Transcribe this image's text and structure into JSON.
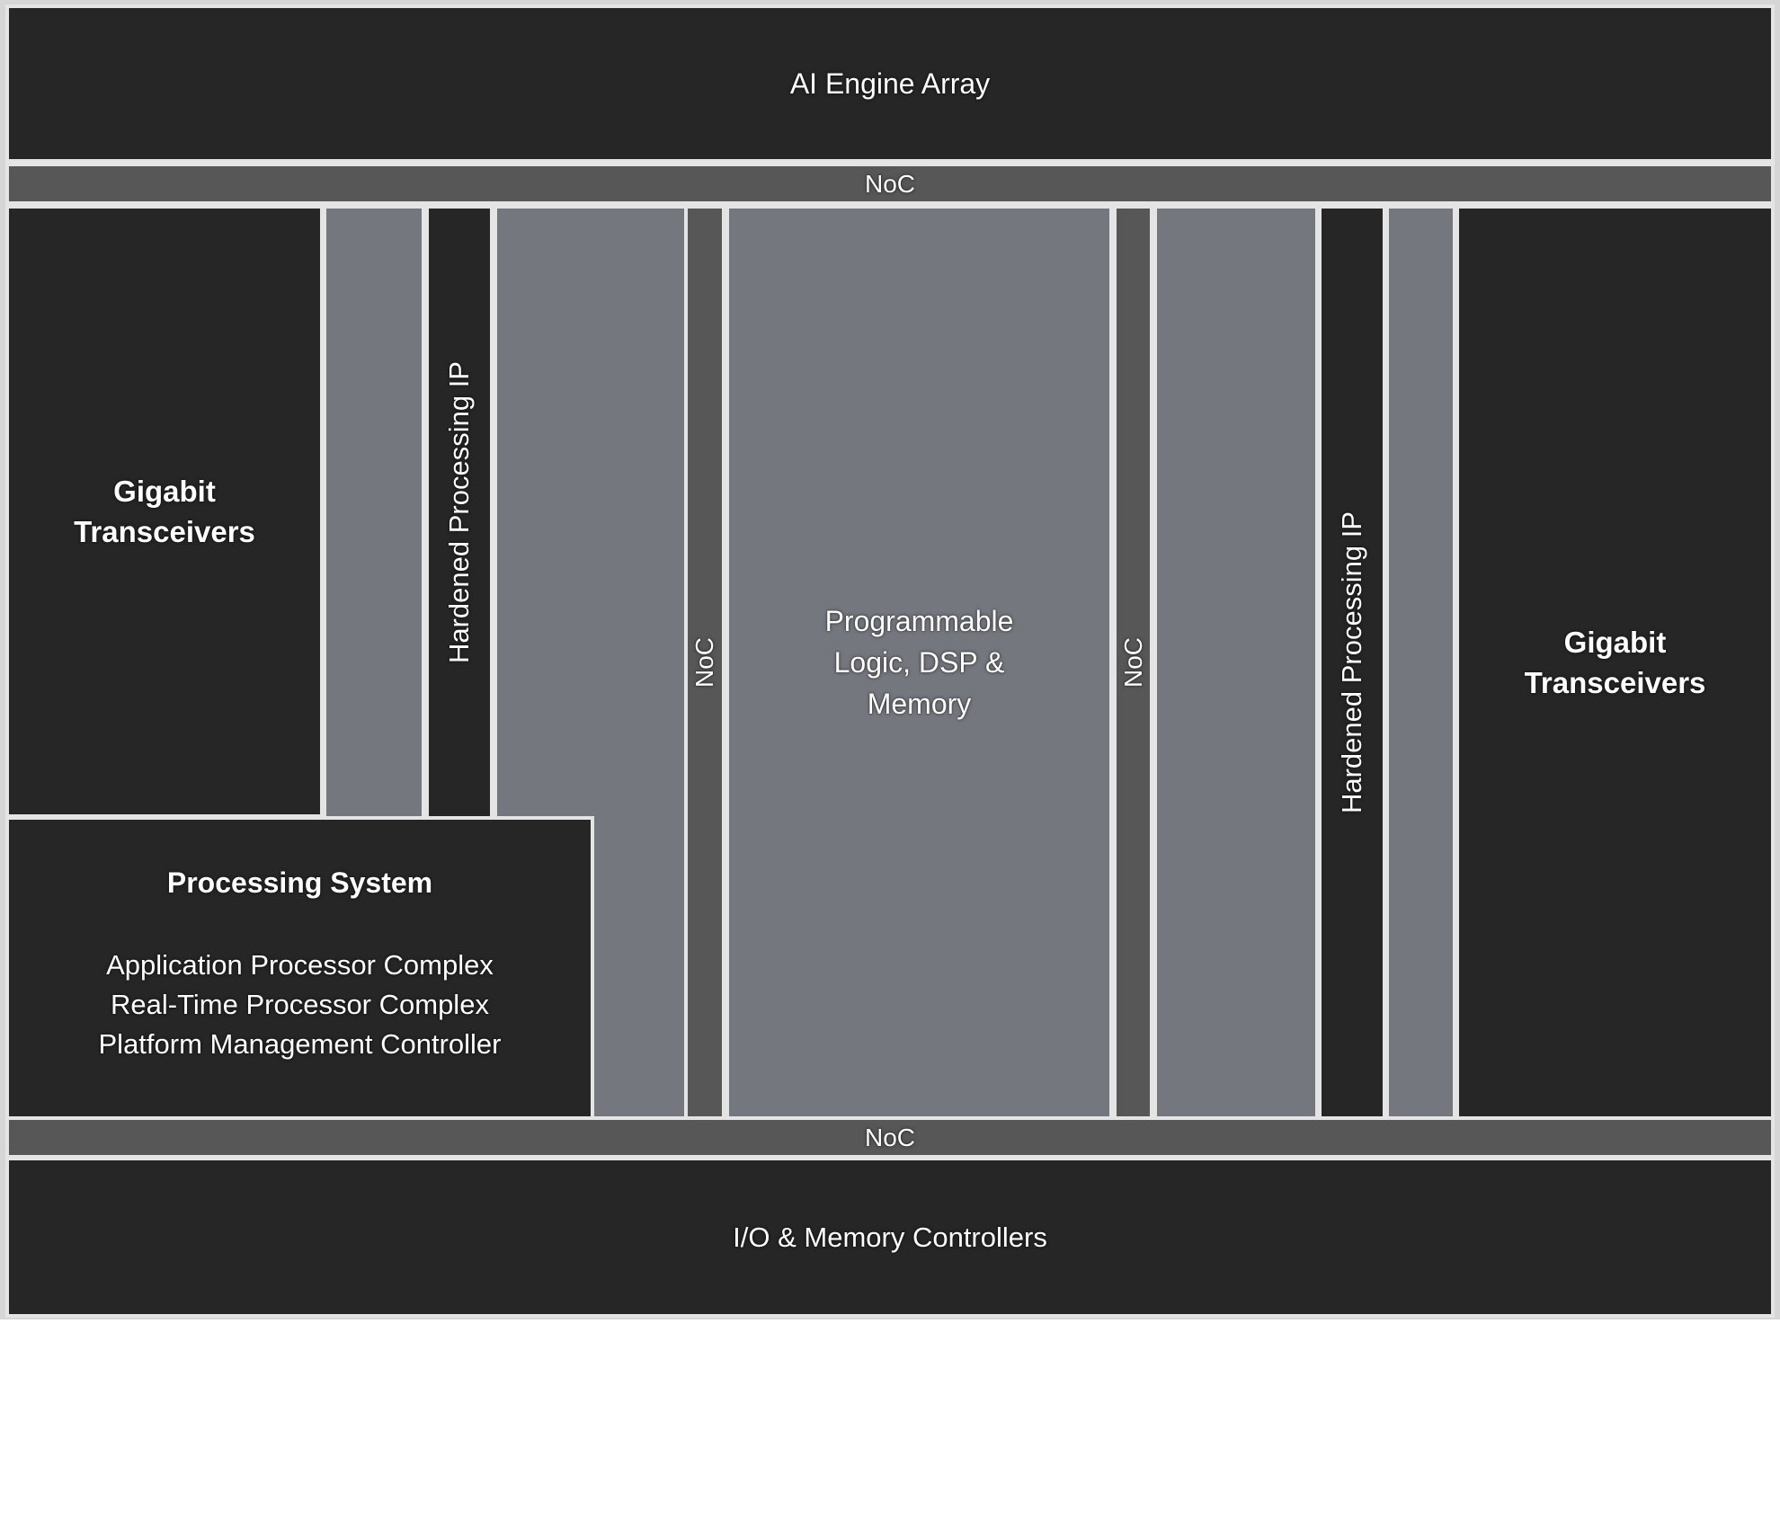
{
  "palette": {
    "canvas_background": "#d6d6d6",
    "dark_block": "#262626",
    "gray_block": "#74777d",
    "noc_block": "#575757",
    "block_border": "#e4e4e4",
    "text": "#ffffff"
  },
  "blocks": {
    "ai_engine_array": {
      "label": "AI Engine Array"
    },
    "noc_top": {
      "label": "NoC"
    },
    "noc_bottom": {
      "label": "NoC"
    },
    "noc_column_left": {
      "label": "NoC"
    },
    "noc_column_right": {
      "label": "NoC"
    },
    "gigabit_transceivers_left": {
      "lines": [
        "Gigabit",
        "Transceivers"
      ]
    },
    "gigabit_transceivers_right": {
      "lines": [
        "Gigabit",
        "Transceivers"
      ]
    },
    "hardened_processing_ip_left": {
      "label": "Hardened Processing IP"
    },
    "hardened_processing_ip_right": {
      "label": "Hardened Processing IP"
    },
    "programmable_logic": {
      "lines": [
        "Programmable",
        "Logic, DSP &",
        "Memory"
      ]
    },
    "processing_system": {
      "title": "Processing System",
      "items": [
        "Application Processor Complex",
        "Real-Time Processor Complex",
        "Platform Management Controller"
      ]
    },
    "io_memory_controllers": {
      "label": "I/O & Memory Controllers"
    }
  }
}
